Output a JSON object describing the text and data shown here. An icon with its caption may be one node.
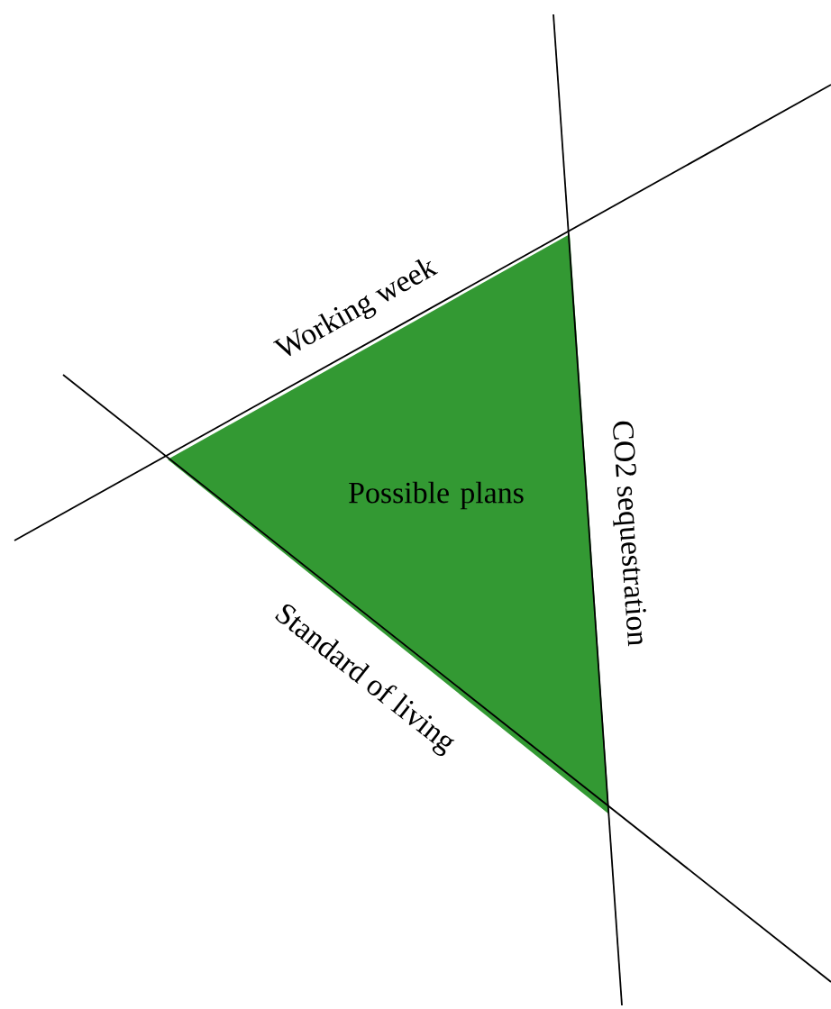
{
  "diagram": {
    "nodes": [
      {
        "text": [
          "Possible plans"
        ]
      }
    ],
    "labels": [
      "Working week",
      "CO2 sequestration",
      "Standard of living"
    ]
  }
}
